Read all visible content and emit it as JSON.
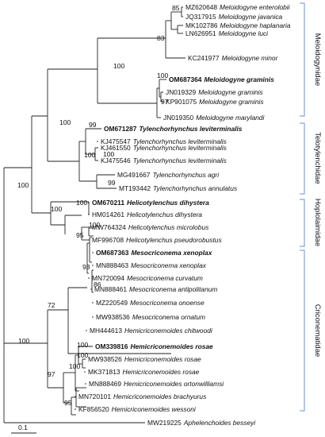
{
  "taxa": [
    {
      "acc": "MZ620648",
      "name": "Meloidogyne enterolobii",
      "bold": false
    },
    {
      "acc": "JQ317915",
      "name": "Meloidogyne javanica",
      "bold": false
    },
    {
      "acc": "MK102786",
      "name": "Meloidogyne haplanaria",
      "bold": false
    },
    {
      "acc": "LN626951",
      "name": "Meloidogyne luci",
      "bold": false
    },
    {
      "acc": "KC241977",
      "name": "Meloidogyne minor",
      "bold": false
    },
    {
      "acc": "OM687364",
      "name": "Meloidogyne graminis",
      "bold": true
    },
    {
      "acc": "JN019329",
      "name": "Meloidogyne graminis",
      "bold": false
    },
    {
      "acc": "KP901075",
      "name": "Meloidogyne graminis",
      "bold": false
    },
    {
      "acc": "JN019350",
      "name": "Meloidogyne marylandi",
      "bold": false
    },
    {
      "acc": "OM671287",
      "name": "Tylenchorhynchus leviterminalis",
      "bold": true
    },
    {
      "acc": "KJ475547",
      "name": "Tylenchorhynchus leviterminalis",
      "bold": false
    },
    {
      "acc": "KJ461550",
      "name": "Tylenchorhynchus leviterminalis",
      "bold": false
    },
    {
      "acc": "KJ475546",
      "name": "Tylenchorhynchus leviterminalis",
      "bold": false
    },
    {
      "acc": "MG491667",
      "name": "Tylenchorhynchus agri",
      "bold": false
    },
    {
      "acc": "MT193442",
      "name": "Tylenchorhynchus annulatus",
      "bold": false
    },
    {
      "acc": "OM670211",
      "name": "Helicotylenchus dihystera",
      "bold": true
    },
    {
      "acc": "HM014261",
      "name": "Helicotylenchus dihystera",
      "bold": false
    },
    {
      "acc": "MW764324",
      "name": "Helicotylenchus microlobus",
      "bold": false
    },
    {
      "acc": "MF996708",
      "name": "Helicotylenchus pseudorobustus",
      "bold": false
    },
    {
      "acc": "OM687363",
      "name": "Mesocriconema xenoplax",
      "bold": true
    },
    {
      "acc": "MN888463",
      "name": "Mesocriconema xenoplax",
      "bold": false
    },
    {
      "acc": "MN720094",
      "name": "Mesocriconema curvatum",
      "bold": false
    },
    {
      "acc": "MN888461",
      "name": "Mesocriconema antipolitanum",
      "bold": false
    },
    {
      "acc": "MZ220549",
      "name": "Mesocriconema onoense",
      "bold": false
    },
    {
      "acc": "MW938536",
      "name": "Mesocriconema ornatum",
      "bold": false
    },
    {
      "acc": "MH444613",
      "name": "Hemicriconemoides chitwoodi",
      "bold": false
    },
    {
      "acc": "OM339816",
      "name": "Hemicriconemoides rosae",
      "bold": true
    },
    {
      "acc": "MW938526",
      "name": "Hemicriconemoides rosae",
      "bold": false
    },
    {
      "acc": "MK371813",
      "name": "Hemicriconemoides rosae",
      "bold": false
    },
    {
      "acc": "MN888469",
      "name": "Hemicriconemoides ortonwilliamsi",
      "bold": false
    },
    {
      "acc": "MN720101",
      "name": "Hemicriconemoides brachyurus",
      "bold": false
    },
    {
      "acc": "KF856520",
      "name": "Hemicriconemoides wessoni",
      "bold": false
    },
    {
      "acc": "MW219225",
      "name": "Aphelenchoides besseyi",
      "bold": false
    }
  ],
  "support_values": [
    "85",
    "83",
    "100",
    "100",
    "97",
    "100",
    "99",
    "100",
    "100",
    "99",
    "100",
    "100",
    "100",
    "95",
    "100",
    "93",
    "86",
    "72",
    "100",
    "100",
    "100",
    "97",
    "95",
    "100"
  ],
  "families": [
    "Meloidogynidae",
    "Telotylenchidae",
    "Hoplolaimidae",
    "Criconematidae"
  ],
  "scale_bar": {
    "label": "0.1",
    "value": 0.1
  },
  "colors": {
    "bracket": "#6b8fd6",
    "branch": "#222222",
    "text": "#111111"
  }
}
